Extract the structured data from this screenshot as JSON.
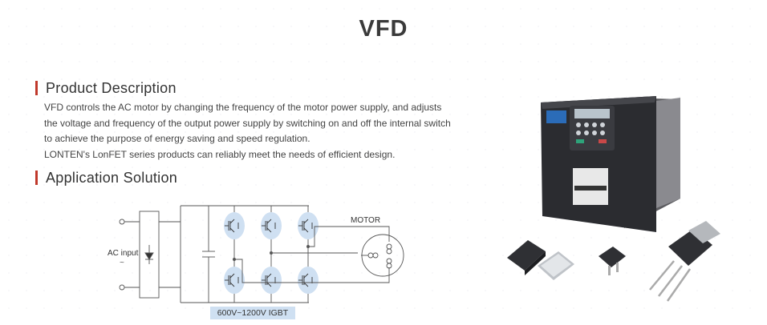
{
  "page": {
    "title": "VFD"
  },
  "product_description": {
    "heading": "Product Description",
    "lines": [
      "VFD controls the AC motor by changing the frequency of the motor power supply, and adjusts",
      "the voltage and frequency of the output power supply by switching on and off the internal switch",
      "to achieve the purpose of energy saving and speed regulation.",
      "LONTEN's LonFET series products can reliably meet the needs of efficient design."
    ]
  },
  "application_solution": {
    "heading": "Application Solution",
    "ac_input_label": "AC input",
    "ac_tilde": "~",
    "motor_label": "MOTOR",
    "igbt_label": "600V~1200V IGBT"
  },
  "colors": {
    "accent": "#c0392b",
    "igbt_highlight": "#cfe0f2"
  },
  "icons": [
    "vfd-drive-image",
    "to-263-package-icon",
    "dfn-package-icon",
    "to-252-package-icon",
    "to-247-package-icon"
  ]
}
